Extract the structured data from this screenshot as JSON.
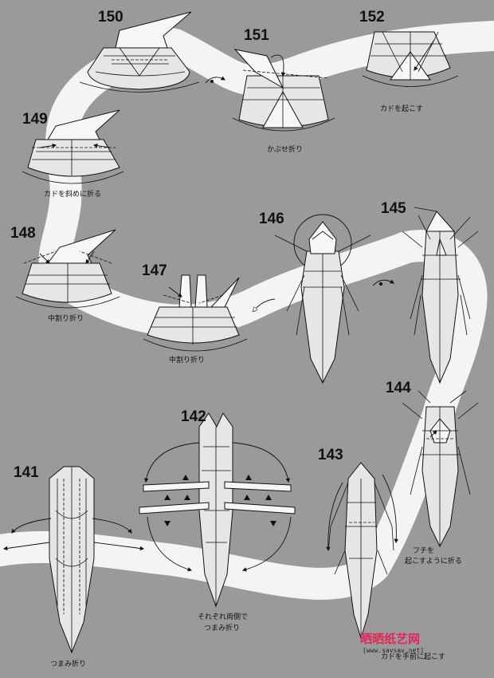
{
  "steps": [
    {
      "number": "150",
      "caption": ""
    },
    {
      "number": "151",
      "caption": "かぶせ折り"
    },
    {
      "number": "152",
      "caption": "カドを起こす"
    },
    {
      "number": "149",
      "caption": "カドを斜めに折る"
    },
    {
      "number": "148",
      "caption": "中割り折り"
    },
    {
      "number": "147",
      "caption": "中割り折り"
    },
    {
      "number": "146",
      "caption": ""
    },
    {
      "number": "145",
      "caption": ""
    },
    {
      "number": "144",
      "caption": "フチを\n起こすように折る"
    },
    {
      "number": "142",
      "caption": "それぞれ両側で\nつまみ折り"
    },
    {
      "number": "143",
      "caption": "カドを手前に起こす"
    },
    {
      "number": "141",
      "caption": "つまみ折り"
    }
  ],
  "watermark": {
    "title": "晒晒纸艺网",
    "url": "[www.savsav.net]"
  },
  "icons": {
    "turn_over_1": "turn-over-icon",
    "turn_over_2": "turn-over-icon",
    "sequence_arrow": "sequence-arrow-icon"
  }
}
